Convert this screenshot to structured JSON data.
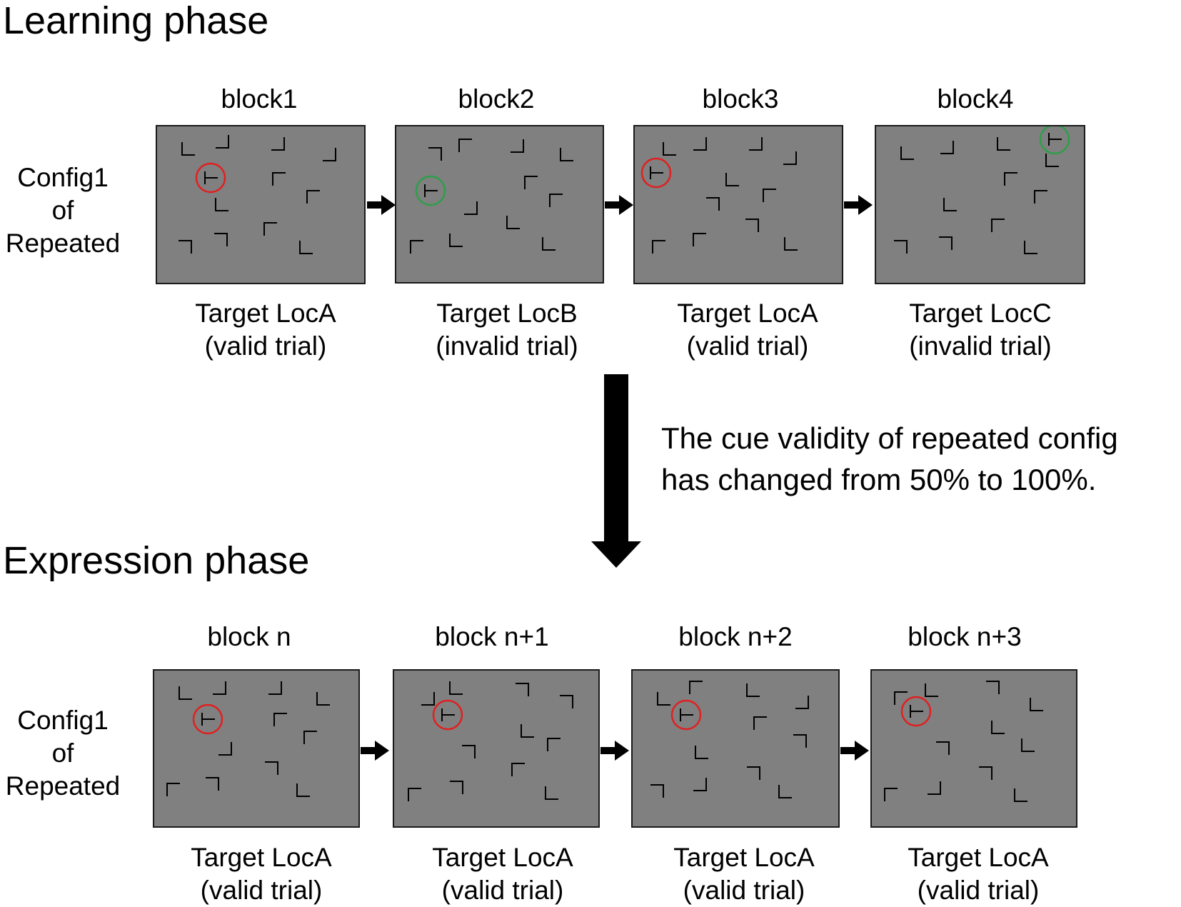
{
  "learning": {
    "title": "Learning phase",
    "row_label": [
      "Config1",
      "of",
      "Repeated"
    ],
    "blocks": [
      {
        "title": "block1",
        "caption": [
          "Target LocA",
          "(valid trial)"
        ],
        "cue": "red"
      },
      {
        "title": "block2",
        "caption": [
          "Target LocB",
          "(invalid trial)"
        ],
        "cue": "green"
      },
      {
        "title": "block3",
        "caption": [
          "Target LocA",
          "(valid trial)"
        ],
        "cue": "red"
      },
      {
        "title": "block4",
        "caption": [
          "Target LocC",
          "(invalid trial)"
        ],
        "cue": "green"
      }
    ]
  },
  "transition_note": [
    "The cue validity of repeated config",
    "has changed from 50% to 100%."
  ],
  "expression": {
    "title": "Expression phase",
    "row_label": [
      "Config1",
      "of",
      "Repeated"
    ],
    "blocks": [
      {
        "title": "block n",
        "caption": [
          "Target LocA",
          "(valid trial)"
        ],
        "cue": "red"
      },
      {
        "title": "block n+1",
        "caption": [
          "Target LocA",
          "(valid trial)"
        ],
        "cue": "red"
      },
      {
        "title": "block n+2",
        "caption": [
          "Target LocA",
          "(valid trial)"
        ],
        "cue": "red"
      },
      {
        "title": "block n+3",
        "caption": [
          "Target LocA",
          "(valid trial)"
        ],
        "cue": "red"
      }
    ]
  },
  "colors": {
    "panel": "#808080",
    "valid_cue": "#e02020",
    "invalid_cue": "#2e9e4a"
  }
}
